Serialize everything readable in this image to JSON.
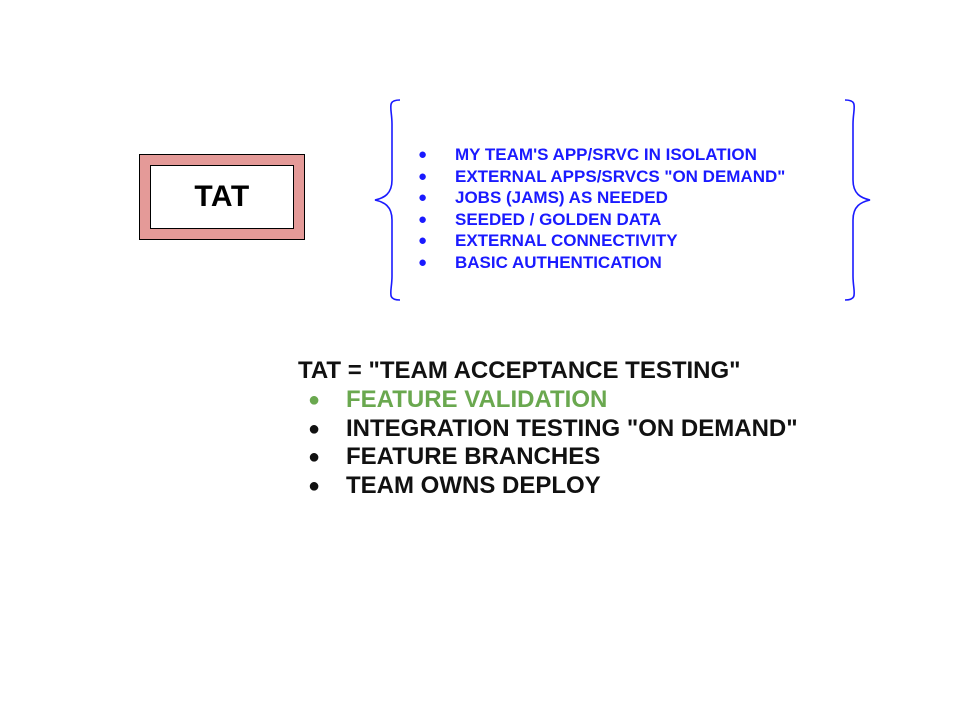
{
  "box": {
    "label": "TAT"
  },
  "scope_list": {
    "bullet": "●",
    "items": [
      "MY TEAM'S APP/SRVC IN ISOLATION",
      "EXTERNAL APPS/SRVCS \"ON DEMAND\"",
      "JOBS (JAMS) AS NEEDED",
      "SEEDED / GOLDEN DATA",
      "EXTERNAL CONNECTIVITY",
      "BASIC AUTHENTICATION"
    ]
  },
  "definition": {
    "title": "TAT = \"TEAM ACCEPTANCE TESTING\"",
    "bullet": "●",
    "items": [
      "FEATURE VALIDATION",
      "INTEGRATION TESTING \"ON DEMAND\"",
      "FEATURE BRANCHES",
      "TEAM OWNS DEPLOY"
    ]
  },
  "colors": {
    "box_fill": "#e49a98",
    "scope_text": "#1a1aff",
    "highlight_text": "#6aa84f",
    "body_text": "#111111"
  }
}
